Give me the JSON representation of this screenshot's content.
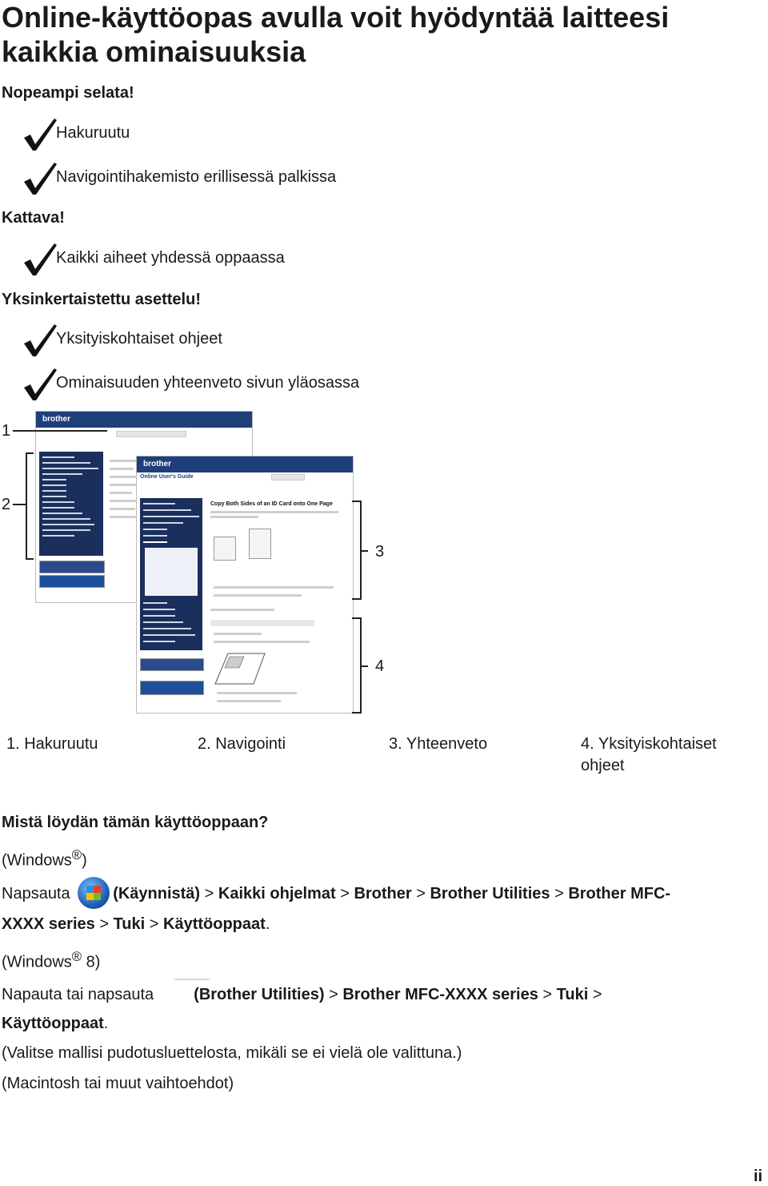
{
  "title": "Online-käyttöopas avulla voit hyödyntää laitteesi kaikkia ominaisuuksia",
  "sections": [
    {
      "heading": "Nopeampi selata!",
      "items": [
        "Hakuruutu",
        "Navigointihakemisto erillisessä palkissa"
      ]
    },
    {
      "heading": "Kattava!",
      "items": [
        "Kaikki aiheet yhdessä oppaassa"
      ]
    },
    {
      "heading": "Yksinkertaistettu asettelu!",
      "items": [
        "Yksityiskohtaiset ohjeet",
        "Ominaisuuden yhteenveto sivun yläosassa"
      ]
    }
  ],
  "figure": {
    "callouts": [
      "1",
      "2",
      "3",
      "4"
    ],
    "shot_back": {
      "logo": "brother",
      "nav_items": [
        "Home",
        "Before You Use Your Brother Machine",
        "Introduction to Your Brother Machine",
        "Paper Handling",
        "Print",
        "Scan",
        "Copy",
        "Fax",
        "Network",
        "Security",
        "ControlCenter",
        "Troubleshooting",
        "Brother Maintenance",
        "Machine Settings",
        "Appendix"
      ]
    },
    "shot_front": {
      "logo": "brother",
      "guide_title": "Online User's Guide",
      "page_title": "Copy Both Sides of an ID Card onto One Page",
      "nav_heading": "Copy"
    },
    "legend": [
      "1. Hakuruutu",
      "2. Navigointi",
      "3. Yhteenveto",
      "4. Yksityiskohtaiset ohjeet"
    ]
  },
  "where": {
    "heading": "Mistä löydän tämän käyttöoppaan?",
    "windows": {
      "label": "(Windows",
      "mark": "®",
      "close": ")"
    },
    "windows_line": {
      "pre": "Napsauta",
      "start": "(Käynnistä)",
      "sep": ">",
      "all_programs": "Kaikki ohjelmat",
      "brother": "Brother",
      "utilities": "Brother Utilities",
      "model_a": "Brother MFC-",
      "model_b": "XXXX series",
      "support": "Tuki",
      "manuals": "Käyttöoppaat",
      "period": "."
    },
    "windows8": {
      "label": "(Windows",
      "mark": "®",
      "close": " 8)"
    },
    "windows8_line": {
      "pre": "Napauta tai napsauta",
      "utilities": "(Brother Utilities)",
      "sep": ">",
      "model": "Brother MFC-XXXX series",
      "support": "Tuki",
      "manuals": "Käyttöoppaat",
      "period": "."
    },
    "note": "(Valitse mallisi pudotusluettelosta, mikäli se ei vielä ole valittuna.)",
    "mac": "(Macintosh tai muut vaihtoehdot)"
  },
  "page_number": "ii"
}
